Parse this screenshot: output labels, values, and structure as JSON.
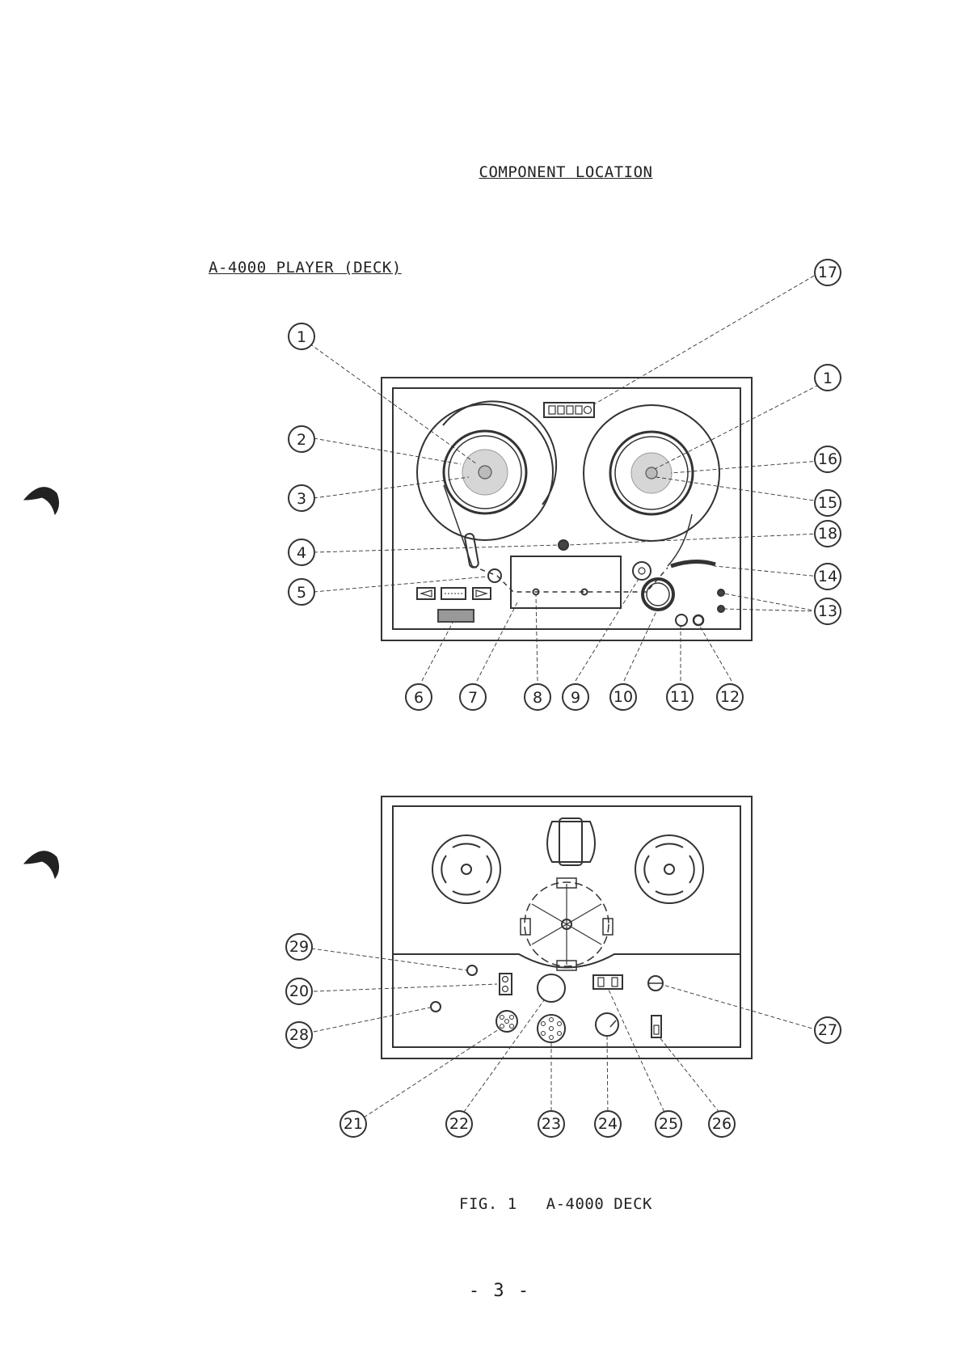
{
  "title": "COMPONENT LOCATION",
  "section_heading": "A-4000 PLAYER (DECK)",
  "caption": {
    "fig": "FIG. 1",
    "name": "A-4000 DECK"
  },
  "page_number": "- 3 -",
  "callouts_top": [
    "1",
    "1",
    "2",
    "3",
    "4",
    "5",
    "6",
    "7",
    "8",
    "9",
    "10",
    "11",
    "12",
    "13",
    "14",
    "15",
    "16",
    "17",
    "18"
  ],
  "callouts_bottom": [
    "20",
    "21",
    "22",
    "23",
    "24",
    "25",
    "26",
    "27",
    "28",
    "29"
  ]
}
